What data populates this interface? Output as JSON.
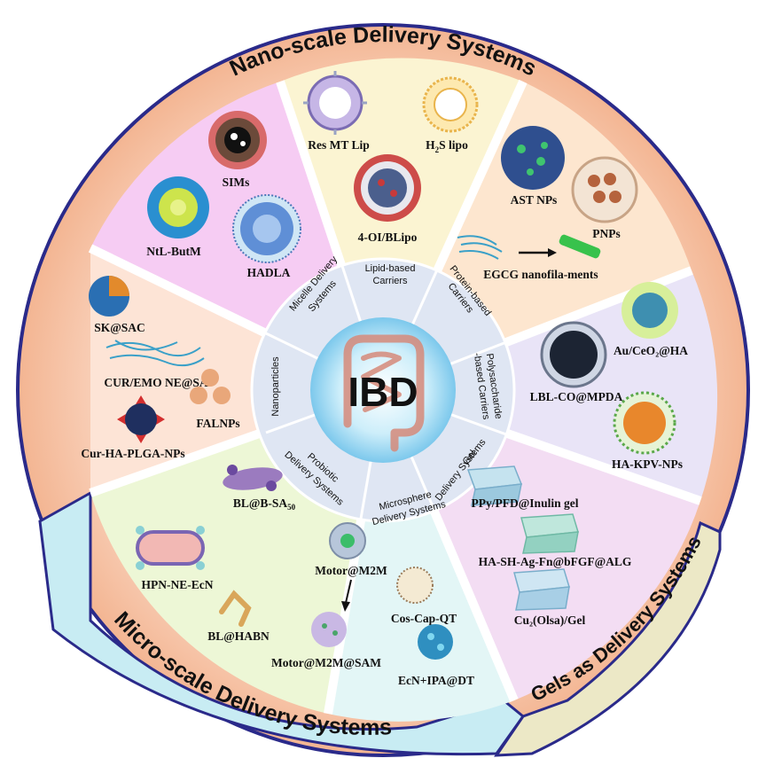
{
  "center": {
    "label": "IBD"
  },
  "rings": {
    "nano": "Nano-scale Delivery Systems",
    "micro": "Micro-scale Delivery Systems",
    "gels": "Gels as Delivery Systems"
  },
  "categories": {
    "micelle": [
      "Micelle Delivery",
      "Systems"
    ],
    "lipid": [
      "Lipid-based",
      "Carriers"
    ],
    "protein": [
      "Protein-based",
      "Carriers"
    ],
    "polysaccharide": [
      "Polysaccharide",
      "-based Carriers"
    ],
    "gel": [
      "Gel",
      "Delivery Systems"
    ],
    "microsphere": [
      "Microsphere",
      "Delivery Systems"
    ],
    "probiotic": [
      "Probiotic",
      "Delivery Systems"
    ],
    "nanoparticles": [
      "Nanoparticles"
    ]
  },
  "items": {
    "sims": "SIMs",
    "ntl_butm": "NtL-ButM",
    "hadla": "HADLA",
    "res_mt_lip": "Res MT Lip",
    "h2s_lipo_main": "H",
    "h2s_lipo_sub": "2",
    "h2s_lipo_tail": "S lipo",
    "oi_blipo": "4-OI/BLipo",
    "ast_nps": "AST NPs",
    "pnps": "PNPs",
    "egcg": "EGCG nanofila-ments",
    "au_ceo2": "Au/CeO₂@HA",
    "lbl_co": "LBL-CO@MPDA",
    "ha_kpv": "HA-KPV-NPs",
    "sk_sac": "SK@SAC",
    "cur_emo": "CUR/EMO NE@SA",
    "cur_ha": "Cur-HA-PLGA-NPs",
    "falnps": "FALNPs",
    "bl_bsa_main": "BL@B-SA",
    "bl_bsa_sub": "50",
    "hpn_ne": "HPN-NE-EcN",
    "bl_habn": "BL@HABN",
    "motor_m2m": "Motor@M2M",
    "cos_cap": "Cos-Cap-QT",
    "motor_m2m_sam": "Motor@M2M@SAM",
    "ecn_ipa": "EcN+IPA@DT",
    "ppy": "PPy/PFD@Inulin gel",
    "ha_sh": "HA-SH-Ag-Fn@bFGF@ALG",
    "cu2": "Cu₂(Olsa)/Gel"
  },
  "colors": {
    "nano_ring": "#f6c7ad",
    "micro_ring": "#c8ecf3",
    "gels_ring": "#ece8c6",
    "ring_border": "#2a2a8a",
    "micelle": "#f6ccf3",
    "lipid": "#fbf4d2",
    "protein": "#fde6cf",
    "polysaccharide": "#e9e4f7",
    "gel": "#f3ddf3",
    "microsphere": "#e3f6f6",
    "probiotic": "#edf7d6",
    "nanoparticles": "#fde4d6",
    "center": "#9fd9f2",
    "inner_ring": "#dfe6f3"
  }
}
